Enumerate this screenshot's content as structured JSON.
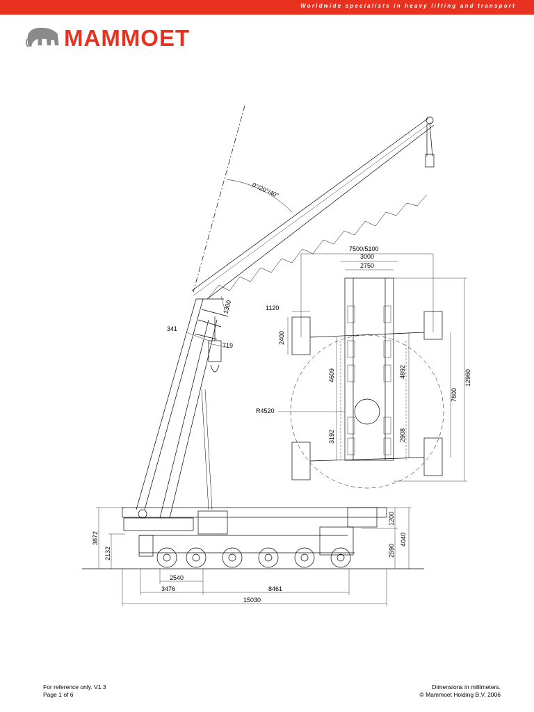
{
  "header": {
    "tagline": "Worldwide specialists in heavy lifting and transport",
    "brand": "MAMMOET",
    "accent_color": "#e8321f",
    "logo_icon": "mammoth-icon"
  },
  "drawing": {
    "angle_label": "0°/20°/40°",
    "jib_dims": {
      "a": "1300",
      "b": "341",
      "c": "719"
    },
    "plan_dims": {
      "outrigger_span": "7500/5100",
      "track_outer": "3000",
      "track_inner": "2750",
      "pad_width": "1120",
      "pad_length": "2400",
      "front_axle_dist": "4609",
      "rear_axle_dist": "3192",
      "center_front": "4892",
      "center_rear": "2908",
      "outrigger_length": "7800",
      "overall_length": "12960",
      "tail_radius": "R4520"
    },
    "side_dims": {
      "overall_height": "3872",
      "carrier_height": "2132",
      "front_height_a": "1200",
      "front_height_b": "4040",
      "front_height_c": "2590",
      "axle_a": "2540",
      "rear_overhang": "3476",
      "wheelbase": "8461",
      "overall_length": "15030"
    }
  },
  "footer": {
    "reference": "For reference only. V1.3",
    "page_label": "Page",
    "page_value": "1 of 6",
    "units_note": "Dimensions in millimeters.",
    "copyright": "© Mammoet Holding B.V, 2006"
  }
}
